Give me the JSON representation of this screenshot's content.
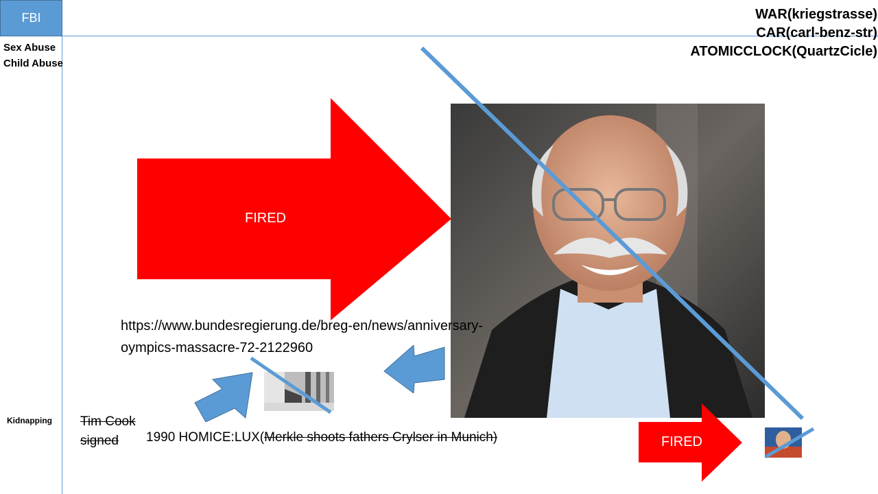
{
  "header": {
    "tag": "FBI",
    "side_labels": [
      "Sex Abuse",
      "Child Abuse"
    ],
    "top_right": [
      "WAR(kriegstrasse)",
      "CAR(carl-benz-str)",
      "ATOMICCLOCK(QuartzCicle)"
    ]
  },
  "labels": {
    "kidnapping": "Kidnapping",
    "fired_big": "FIRED",
    "fired_small": "FIRED"
  },
  "link": {
    "line1": "https://www.bundesregierung.de/breg-en/news/anniversary-",
    "line2": "oympics-massacre-72-2122960"
  },
  "notes": {
    "struck_line1": "Tim Cook",
    "struck_line2": "signed",
    "homice_prefix": "1990 HOMICE:LUX(",
    "homice_struck": "Merkle shoots fathers Crylser in Munich)"
  },
  "colors": {
    "accent_blue": "#5b9bd5",
    "arrow_red": "#ff0000"
  }
}
